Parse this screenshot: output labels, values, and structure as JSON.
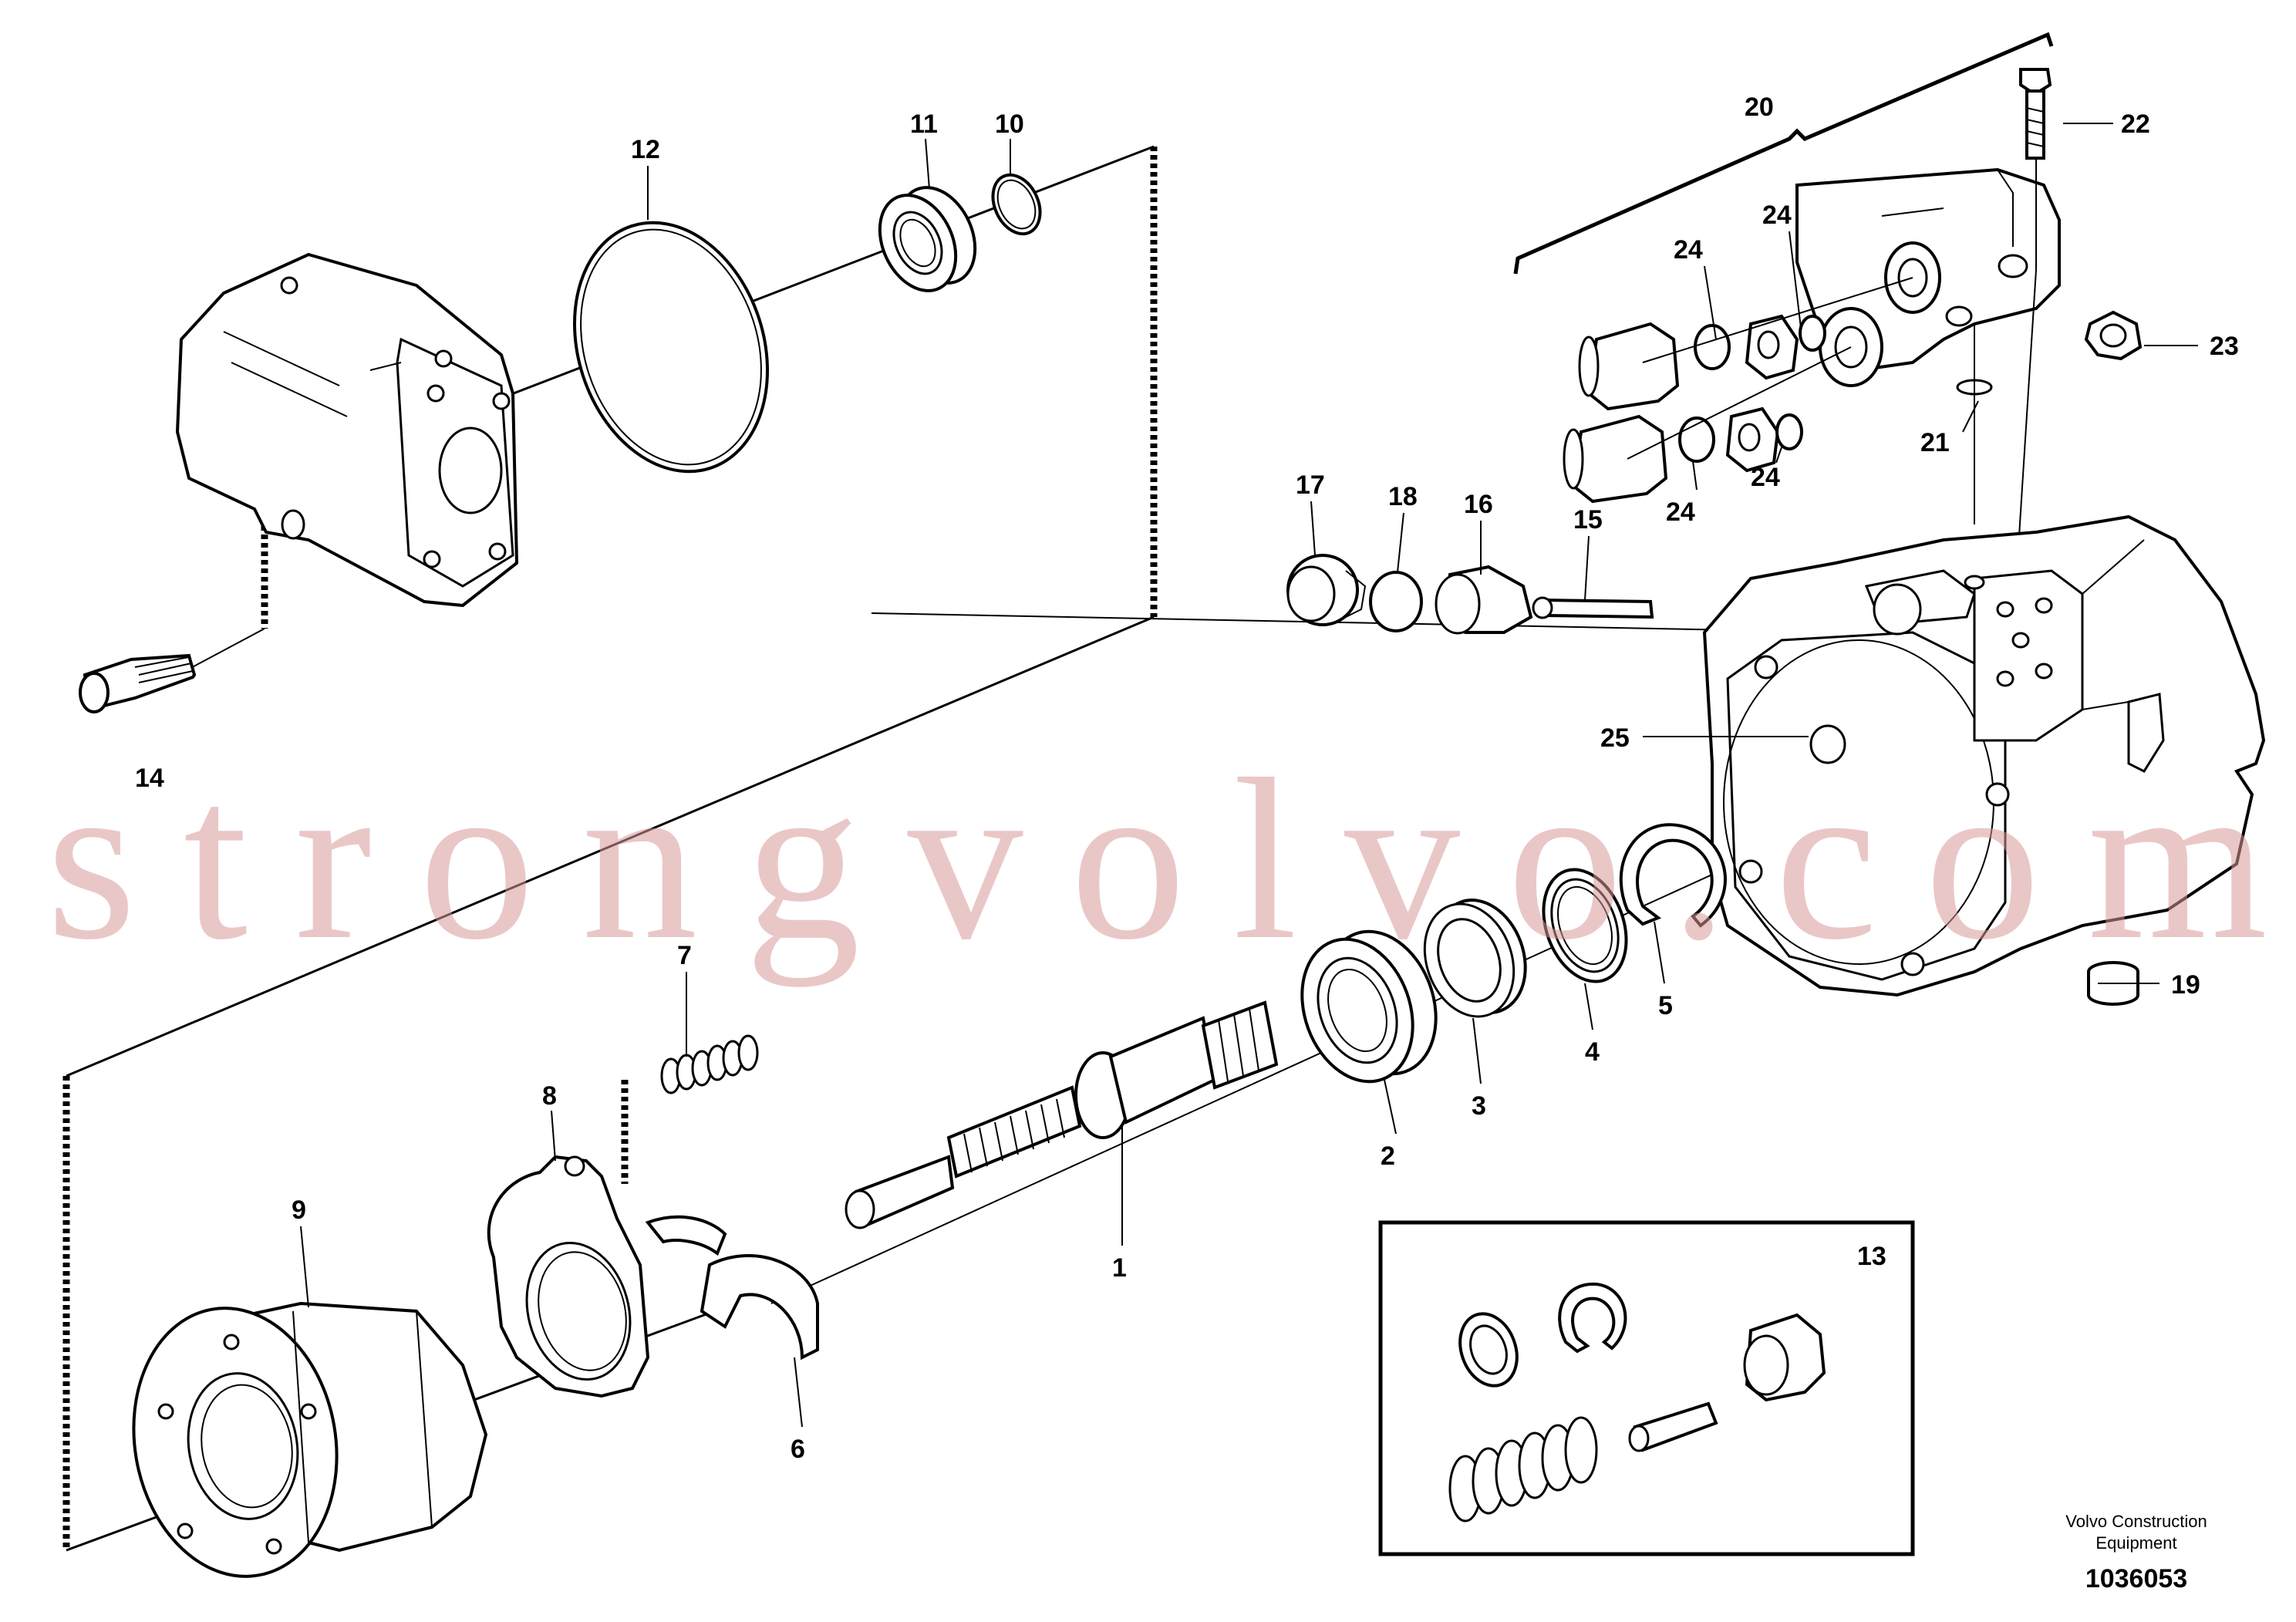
{
  "labels": {
    "l1": "1",
    "l2": "2",
    "l3": "3",
    "l4": "4",
    "l5": "5",
    "l6": "6",
    "l7": "7",
    "l8": "8",
    "l9": "9",
    "l10": "10",
    "l11": "11",
    "l12": "12",
    "l13": "13",
    "l14": "14",
    "l15": "15",
    "l16": "16",
    "l17": "17",
    "l18": "18",
    "l19": "19",
    "l20": "20",
    "l21": "21",
    "l22": "22",
    "l23": "23",
    "l24a": "24",
    "l24b": "24",
    "l24c": "24",
    "l24d": "24",
    "l25": "25"
  },
  "watermark": "strongvolvo.com",
  "credit": {
    "line1": "Volvo Construction",
    "line2": "Equipment",
    "part_number": "1036053"
  },
  "colors": {
    "watermark": "#d99a9a",
    "line": "#000000",
    "background": "#ffffff"
  }
}
